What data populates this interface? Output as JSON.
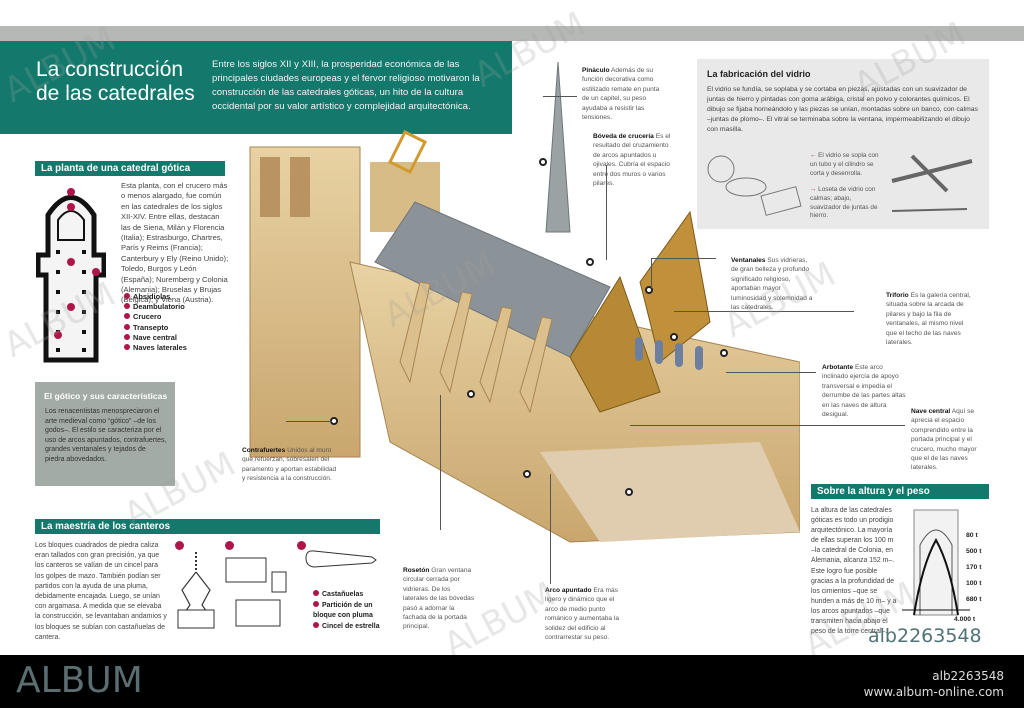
{
  "header": {
    "title_line1": "La construcción",
    "title_line2": "de las catedrales",
    "intro": "Entre los siglos XII y XIII, la prosperidad económica de las principales ciudades europeas y el fervor religioso motivaron la construcción de las catedrales góticas, un hito de la cultura occidental por su valor artístico y complejidad arquitectónica."
  },
  "plan": {
    "heading": "La planta de una catedral gótica",
    "text": "Esta planta, con el crucero más o menos alargado, fue común en las catedrales de los siglos XII-XIV. Entre ellas, destacan las de Siena, Milán y Florencia (Italia); Estrasburgo, Chartres, París y Reims (Francia); Canterbury y Ely (Reino Unido); Toledo, Burgos y León (España); Nuremberg y Colonia (Alemania); Bruselas y Brujas (Bélgica); y Viena (Austria).",
    "legend": [
      "Absidiolas",
      "Deambulatorio",
      "Crucero",
      "Transepto",
      "Nave central",
      "Naves laterales"
    ],
    "markers": [
      "1",
      "2",
      "3",
      "4",
      "5",
      "6"
    ]
  },
  "gothic": {
    "heading": "El gótico y sus características",
    "text": "Los renacentistas menospreciaron el arte medieval como “gótico” –de los godos–. El estilo se caracteriza por el uso de arcos apuntados, contrafuertes, grandes ventanales y tejados de piedra abovedados."
  },
  "masons": {
    "heading": "La maestría de los canteros",
    "text": "Los bloques cuadrados de piedra caliza eran tallados con gran precisión, ya que los canteros se valían de un cincel para los golpes de mazo. También podían ser partidos con la ayuda de una pluma, debidamente encajada. Luego, se unían con argamasa. A medida que se elevaba la construcción, se levantaban andamios y los bloques se subían con castañuelas de cantera.",
    "steps": [
      "1",
      "2",
      "3"
    ],
    "legend": [
      "Castañuelas",
      "Partición de un bloque con pluma",
      "Cincel de estrella"
    ]
  },
  "glass": {
    "heading": "La fabricación del vidrio",
    "text": "El vidrio se fundía, se soplaba y se cortaba en piezas, ajustadas con un suavizador de juntas de hierro y pintadas con goma arábiga, cristal en polvo y colorantes químicos. El dibujo se fijaba horneándolo y las piezas se unían, montadas sobre un banco, con calmas –juntas de plomo–. El vitral se terminaba sobre la ventana, impermeabilizando el dibujo con masilla.",
    "note1": "El vidrio se sopla con un tubo y el cilindro se corta y desenrolla.",
    "note2": "Loseta de vidrio con calmas; abajo, suavizador de juntas de hierro."
  },
  "callouts": {
    "pinaculo": {
      "term": "Pináculo",
      "text": "Además de su función decorativa como estilizado remate en punta de un capitel, su peso ayudaba a resistir las tensiones."
    },
    "boveda": {
      "term": "Bóveda de crucería",
      "text": "Es el resultado del cruzamiento de arcos apuntados u ojivales. Cubría el espacio entre dos muros o varios pilares."
    },
    "ventanales": {
      "term": "Ventanales",
      "text": "Sus vidrieras, de gran belleza y profundo significado religioso, aportaban mayor luminosidad y solemnidad a las catedrales."
    },
    "triforio": {
      "term": "Triforio",
      "text": "Es la galería central, situada sobre la arcada de pilares y bajo la fila de ventanales, al mismo nivel que el techo de las naves laterales."
    },
    "arbotante": {
      "term": "Arbotante",
      "text": "Este arco inclinado ejercía de apoyo transversal e impedía el derrumbe de las partes altas en las naves de altura desigual."
    },
    "nave": {
      "term": "Nave central",
      "text": "Aquí se aprecia el espacio comprendido entre la portada principal y el crucero, mucho mayor que el de las naves laterales."
    },
    "contrafuertes": {
      "term": "Contrafuertes",
      "text": "Unidos al muro que refuerzan, sobresalen del paramento y aportan estabilidad y resistencia a la construcción."
    },
    "roseton": {
      "term": "Rosetón",
      "text": "Gran ventana circular cerrada por vidrieras. De los laterales de las bóvedas pasó a adornar la fachada de la portada principal."
    },
    "arco": {
      "term": "Arco apuntado",
      "text": "Era más ligero y dinámico que el arco de medio punto románico y aumentaba la solidez del edificio al contrarrestar su peso."
    }
  },
  "height": {
    "heading": "Sobre la altura y el peso",
    "text": "La altura de las catedrales góticas es todo un prodigio arquitectónico. La mayoría de ellas superan los 100 m –la catedral de Colonia, en Alemania, alcanza 152 m–. Este logro fue posible gracias a la profundidad de los cimientos –que se hunden a más de 10 m– y a los arcos apuntados –que transmiten hacia abajo el peso de la torre central–.",
    "loads": [
      "80 t",
      "500 t",
      "170 t",
      "100 t",
      "680 t",
      "4.000 t"
    ]
  },
  "watermark": "ALBUM",
  "footer": {
    "logo": "ALBUM",
    "image_id": "alb2263548",
    "url": "www.album-online.com"
  },
  "colors": {
    "teal": "#12796c",
    "marker": "#b0154a",
    "gray_box": "#a2aba5"
  }
}
